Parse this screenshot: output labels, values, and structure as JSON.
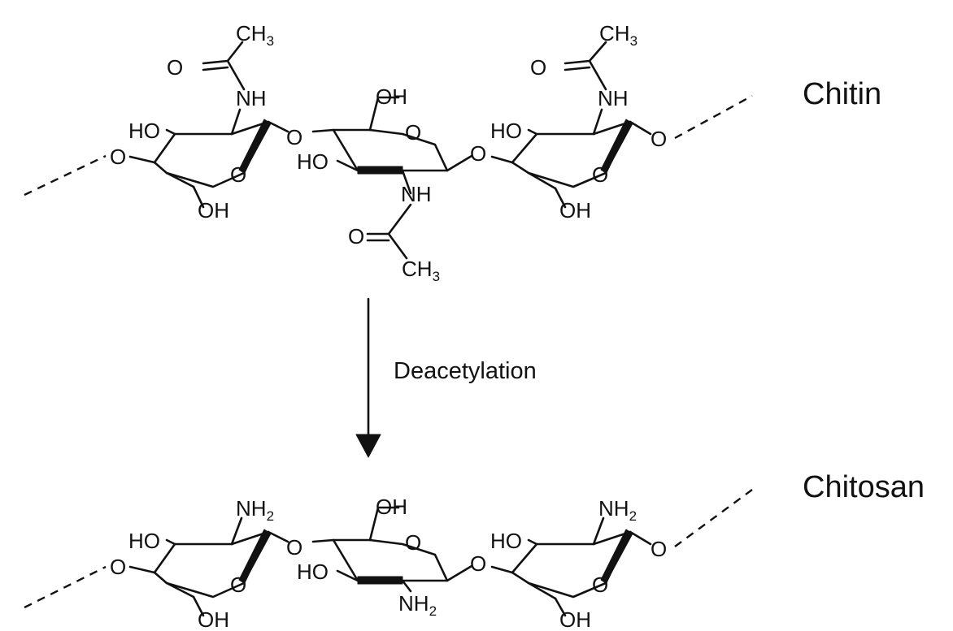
{
  "labels": {
    "chitin": "Chitin",
    "chitosan": "Chitosan",
    "reaction": "Deacetylation"
  },
  "atoms": {
    "O": "O",
    "OH": "OH",
    "HO": "HO",
    "NH": "NH",
    "NH2_base": "NH",
    "NH2_sub": "2",
    "CH3_base": "CH",
    "CH3_sub": "3"
  }
}
